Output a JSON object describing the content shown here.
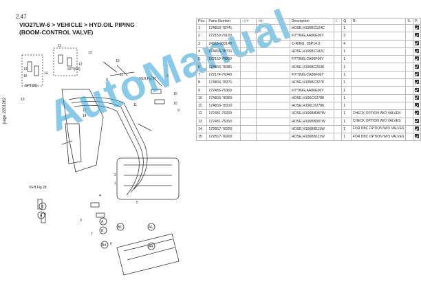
{
  "section": "2.47",
  "title": {
    "line1": "VIO27LW-6 > VEHICLE > HYD.OIL PIPING",
    "line2": "(BOOM-CONTROL VALVE)"
  },
  "side_label": "page 2201262",
  "watermark": "AutoManual",
  "diagram": {
    "callouts": [
      "13",
      "15",
      "14",
      "11",
      "12",
      "SPT(06)",
      "SPT(08)",
      "13",
      "10",
      "11",
      "9",
      "VEH.Fig 27",
      "8",
      "10",
      "10",
      "13",
      "11",
      "12",
      "14",
      "9",
      "2",
      "1",
      "VEH.Fig 28",
      "4",
      "5",
      "3",
      "7",
      "6",
      "A",
      "B",
      "A",
      "B",
      "B1",
      "B4",
      "A1",
      "A4"
    ]
  },
  "table": {
    "headers": [
      "Pos.",
      "Parts Number",
      "--|->",
      "->|--",
      "Description",
      "I.",
      "Q.",
      "R.",
      "S.",
      "P."
    ],
    "rows": [
      {
        "pos": "1",
        "pn": "17A816-78741",
        "desc": "HOSE,H106BC124C",
        "q": "1",
        "rem": ""
      },
      {
        "pos": "2",
        "pn": "172159-76160",
        "desc": "FITTING,AA06E06Y",
        "q": "3",
        "rem": ""
      },
      {
        "pos": "3",
        "pn": "24315-000140",
        "desc": "O-RING, 1BP14.0",
        "q": "4",
        "rem": ""
      },
      {
        "pos": "4",
        "pn": "17A816-78731",
        "desc": "HOSE,H106BC182C",
        "q": "1",
        "rem": ""
      },
      {
        "pos": "5",
        "pn": "172159-76060",
        "desc": "FITTING,CA06F06Y",
        "q": "1",
        "rem": ""
      },
      {
        "pos": "6",
        "pn": "17A816-78381",
        "desc": "HOSE,H106BC263K",
        "q": "1",
        "rem": ""
      },
      {
        "pos": "7",
        "pn": "172174-76340",
        "desc": "FITTING,CA06F06Y",
        "q": "1",
        "rem": ""
      },
      {
        "pos": "8",
        "pn": "17A816-78371",
        "desc": "HOSE,H106BC327K",
        "q": "1",
        "rem": ""
      },
      {
        "pos": "9",
        "pn": "172486-76360",
        "desc": "FITTING,AA06E06Y",
        "q": "1",
        "rem": ""
      },
      {
        "pos": "10",
        "pn": "17A816-78300",
        "desc": "HOSE,H106CX278K",
        "q": "1",
        "rem": ""
      },
      {
        "pos": "11",
        "pn": "17A816-78310",
        "desc": "HOSE,H106CX278K",
        "q": "1",
        "rem": ""
      },
      {
        "pos": "12",
        "pn": "172481-76330",
        "desc": "HOSE,H106BB087W",
        "q": "1",
        "rem": "CHECK OPTION W/O VALVES"
      },
      {
        "pos": "13",
        "pn": "172481-76330",
        "desc": "HOSE,H106BB087W",
        "q": "1",
        "rem": "CHECK OPTION W/O VALVES"
      },
      {
        "pos": "14",
        "pn": "172B17-76200",
        "desc": "HOSE,H106BB111W",
        "q": "1",
        "rem": "FOR DBC OPTION W/O VALVES"
      },
      {
        "pos": "15",
        "pn": "172B17-76200",
        "desc": "HOSE,H106BB111W",
        "q": "1",
        "rem": "FOR DBC OPTION W/O VALVES"
      }
    ]
  }
}
